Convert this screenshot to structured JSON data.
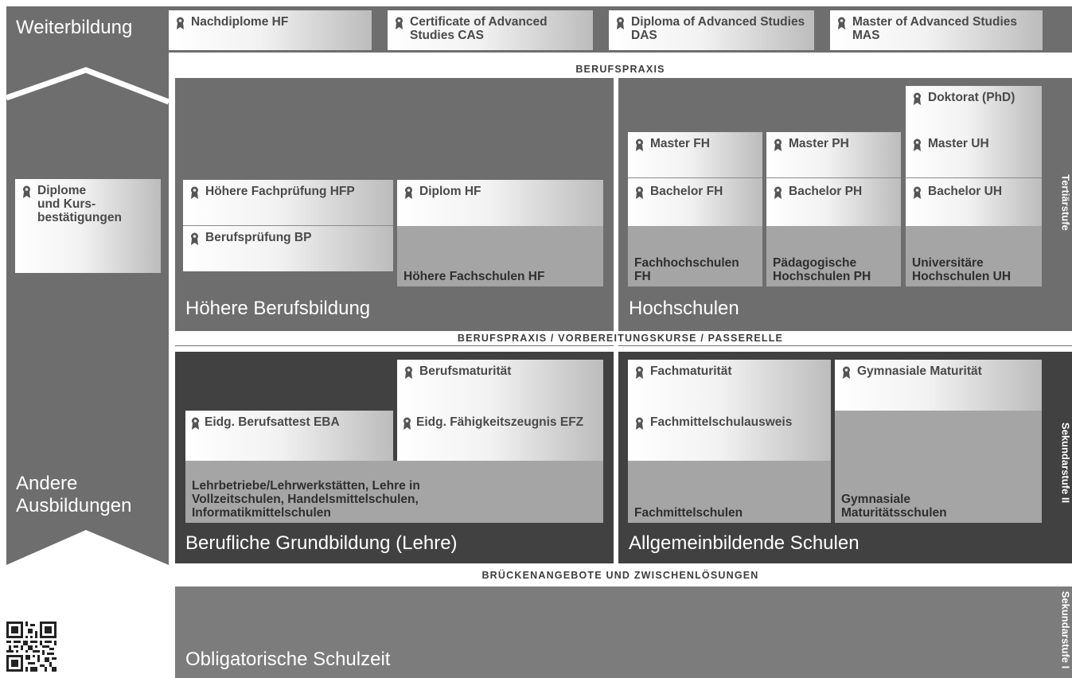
{
  "weiterbildung": {
    "label": "Weiterbildung",
    "certs": [
      "Nachdiplome HF",
      "Certificate of Advanced Studies CAS",
      "Diploma of Advanced Studies DAS",
      "Master of Advanced Studies MAS"
    ]
  },
  "bars": {
    "berufspraxis": "BERUFSPRAXIS",
    "berufspraxis_vorbereitung": "BERUFSPRAXIS / VORBEREITUNGSKURSE / PASSERELLE",
    "brueckenangebote": "BRÜCKENANGEBOTE UND ZWISCHENLÖSUNGEN"
  },
  "andere": {
    "certs": "Diplome und Kurs­bestätigungen",
    "label": "Andere Ausbildungen"
  },
  "hoehere_berufsbildung": {
    "title": "Höhere Berufsbildung",
    "hfp": "Höhere Fachprüfung HFP",
    "bp": "Berufsprüfung BP",
    "diplom_hf": "Diplom HF",
    "school_hf": "Höhere Fachschulen HF"
  },
  "hochschulen": {
    "title": "Hochschulen",
    "doktorat": "Doktorat (PhD)",
    "master_fh": "Master FH",
    "master_ph": "Master PH",
    "master_uh": "Master UH",
    "bachelor_fh": "Bachelor FH",
    "bachelor_ph": "Bachelor PH",
    "bachelor_uh": "Bachelor UH",
    "school_fh": "Fachhochschulen FH",
    "school_ph": "Pädagogische Hochschulen PH",
    "school_uh": "Universitäre Hochschulen UH"
  },
  "grundbildung": {
    "title": "Berufliche Grundbildung (Lehre)",
    "berufsmaturitaet": "Berufsmaturität",
    "eba": "Eidg. Berufsattest EBA",
    "efz": "Eidg. Fähigkeitszeugnis EFZ",
    "schools": "Lehrbetriebe/Lehrwerkstätten, Lehre in Vollzeitschulen, Handelsmittelschulen, Informatikmittelschulen"
  },
  "allgemeinbildend": {
    "title": "Allgemeinbildende Schulen",
    "fachmaturitaet": "Fachmaturität",
    "gymnasiale_maturitaet": "Gymnasiale Maturität",
    "fachmittelschulausweis": "Fachmittelschulausweis",
    "school_fms": "Fachmittelschulen",
    "school_gym": "Gymnasiale Maturitätsschulen"
  },
  "obligatorisch": {
    "title": "Obligatorische Schulzeit"
  },
  "stufen": {
    "tertiaer": "Tertiärstufe",
    "sek2": "Sekundarstufe II",
    "sek1": "Sekundarstufe I"
  },
  "icons": {
    "certificate": "award-ribbon-icon",
    "qr": "qr-code-icon"
  }
}
